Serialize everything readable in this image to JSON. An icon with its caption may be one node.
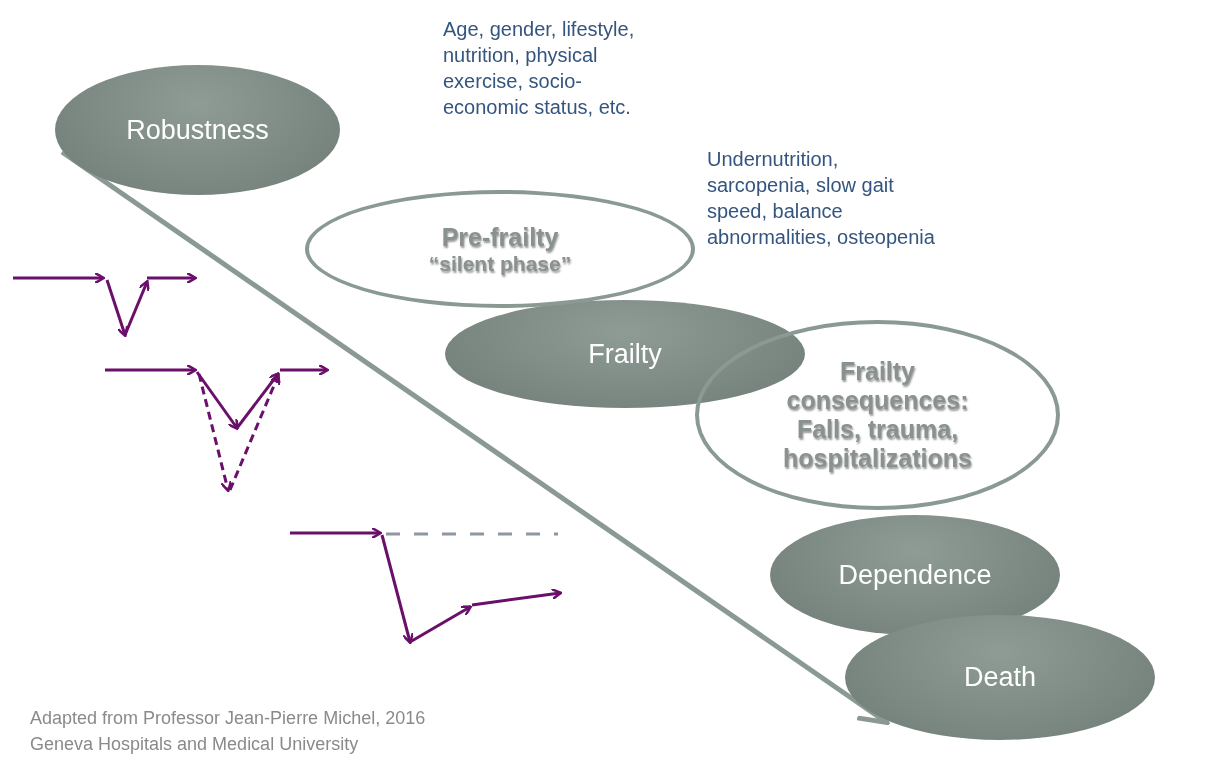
{
  "diagram": {
    "caption": "Adapted from Professor Jean-Pierre Michel, 2016 Geneva Hospitals and Medical University",
    "nodes": [
      {
        "text": [
          "Robustness"
        ]
      },
      {
        "text": [
          "Pre-frailty",
          "“silent phase”"
        ]
      },
      {
        "text": [
          "Frailty"
        ]
      },
      {
        "text": [
          "Frailty consequences:",
          "Falls, trauma, hospitalizations"
        ]
      },
      {
        "text": [
          "Dependence"
        ]
      },
      {
        "text": [
          "Death"
        ]
      }
    ],
    "edges": [
      {
        "from": 0,
        "to": 5,
        "arrow": "to"
      }
    ],
    "labels": [
      "Age, gender, lifestyle, nutrition, physical exercise, socio-economic status, etc.",
      "Undernutrition, sarcopenia, slow gait speed, balance abnormalities, osteopenia"
    ]
  }
}
